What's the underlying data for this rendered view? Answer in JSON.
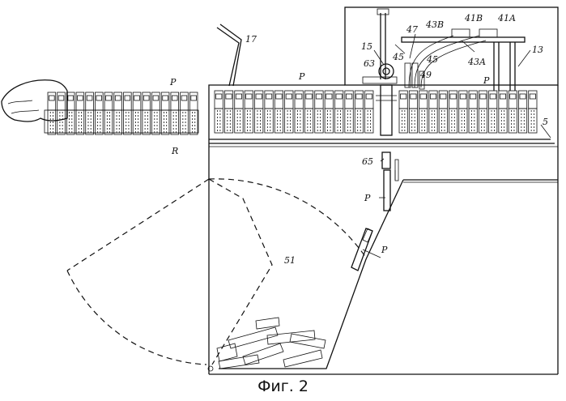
{
  "caption": "Фиг. 2",
  "labels": {
    "l17": "17",
    "l15": "15",
    "l63": "63",
    "l45a": "45",
    "l45b": "45",
    "l47": "47",
    "l43b": "43B",
    "l41b": "41B",
    "l41a": "41A",
    "l43a": "43A",
    "l49": "49",
    "l13": "13",
    "l5": "5",
    "lP1": "P",
    "lP2": "P",
    "lP3": "P",
    "lR": "R",
    "l65": "65",
    "lP4": "P",
    "l51": "51",
    "lP5": "P"
  }
}
